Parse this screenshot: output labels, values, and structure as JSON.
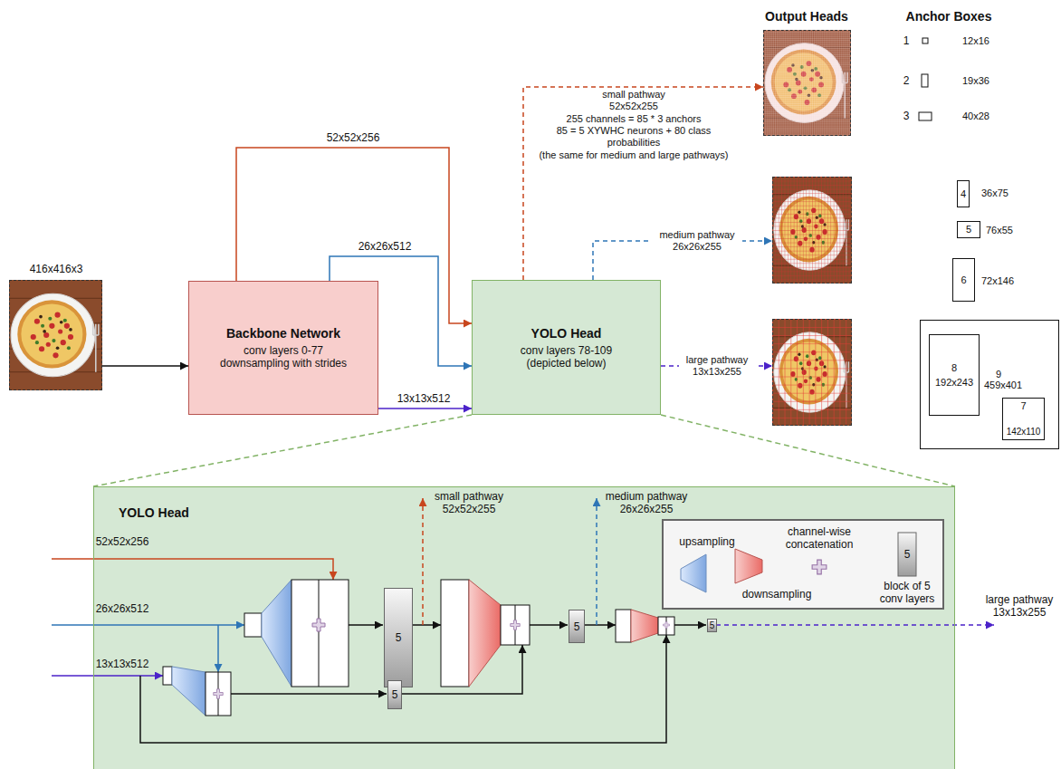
{
  "diagram": {
    "nodes": [
      {
        "text": [
          "416x416x3"
        ]
      },
      {
        "text": [
          "Backbone Network",
          "conv layers 0-77 downsampling with strides"
        ]
      },
      {
        "text": [
          "YOLO Head",
          "conv layers 78-109 (depicted below)"
        ]
      },
      {
        "text": []
      },
      {
        "text": []
      },
      {
        "text": []
      },
      {
        "text": [
          "4"
        ]
      },
      {
        "text": [
          "5"
        ]
      },
      {
        "text": [
          "6"
        ]
      },
      {
        "text": [
          "9",
          "459x401"
        ]
      },
      {
        "text": [
          "8",
          "192x243"
        ],
        "in": 9
      },
      {
        "text": [
          "7",
          "142x110"
        ],
        "in": 9
      },
      {
        "text": [
          "YOLO Head"
        ]
      },
      {
        "text": [
          "5"
        ],
        "in": 12
      },
      {
        "text": [
          "5"
        ],
        "in": 12
      },
      {
        "text": [
          "5"
        ],
        "in": 12
      },
      {
        "text": [
          "5"
        ],
        "in": 12
      }
    ],
    "edges": [
      {
        "from": 0,
        "to": 1,
        "arrow": "to"
      },
      {
        "from": 1,
        "to": 2,
        "label": "52x52x256",
        "arrow": "to"
      },
      {
        "from": 1,
        "to": 2,
        "label": "26x26x512",
        "arrow": "to"
      },
      {
        "from": 1,
        "to": 2,
        "label": "13x13x512",
        "arrow": "to"
      },
      {
        "from": 2,
        "to": 3,
        "label": "small pathway 52x52x255",
        "arrow": "to"
      },
      {
        "from": 2,
        "to": 4,
        "label": "medium pathway 26x26x255",
        "arrow": "to"
      },
      {
        "from": 2,
        "to": 5,
        "label": "large pathway 13x13x255",
        "arrow": "to"
      }
    ],
    "labels": [
      "Output Heads",
      "Anchor Boxes",
      "1",
      "12x16",
      "2",
      "19x36",
      "3",
      "40x28",
      "36x75",
      "76x55",
      "72x146",
      "255 channels = 85 * 3 anchors",
      "85 = 5 XYWHC neurons + 80 class probabilities",
      "(the same for medium and large pathways)",
      "52x52x256",
      "26x26x512",
      "13x13x512",
      "small pathway 52x52x255",
      "medium pathway 26x26x255",
      "large pathway 13x13x255",
      "5"
    ],
    "legend": [
      {
        "text": "upsampling"
      },
      {
        "text": "channel-wise concatenation"
      },
      {
        "text": "downsampling"
      },
      {
        "text": "block of 5 conv layers"
      }
    ]
  }
}
